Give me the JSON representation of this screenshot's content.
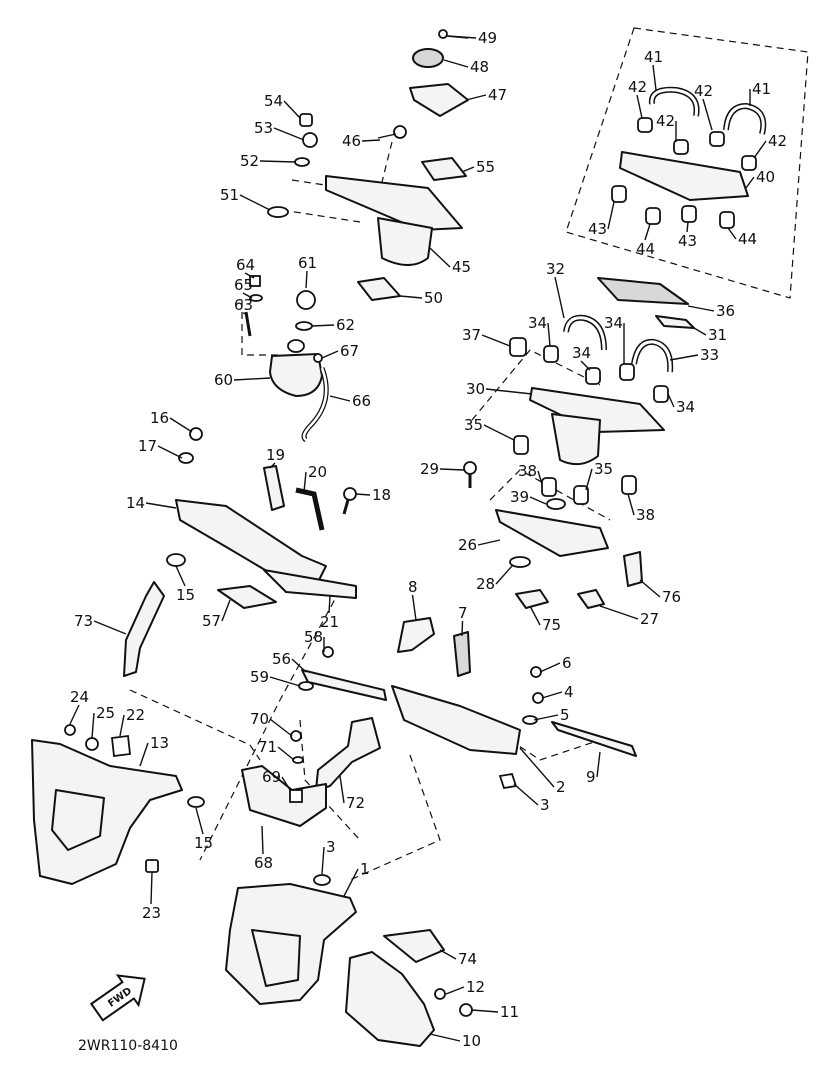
{
  "diagram_code": "2WR110-8410",
  "fwd_label": "FWD",
  "callouts": [
    "1",
    "2",
    "3",
    "4",
    "5",
    "6",
    "7",
    "8",
    "9",
    "10",
    "11",
    "12",
    "13",
    "14",
    "15",
    "16",
    "17",
    "18",
    "19",
    "20",
    "21",
    "22",
    "23",
    "24",
    "25",
    "26",
    "27",
    "28",
    "29",
    "30",
    "31",
    "32",
    "33",
    "34",
    "35",
    "36",
    "37",
    "38",
    "39",
    "40",
    "41",
    "42",
    "43",
    "44",
    "45",
    "46",
    "47",
    "48",
    "49",
    "50",
    "51",
    "52",
    "53",
    "54",
    "55",
    "56",
    "57",
    "58",
    "59",
    "60",
    "61",
    "62",
    "63",
    "64",
    "65",
    "66",
    "67",
    "68",
    "69",
    "70",
    "71",
    "72",
    "73",
    "74",
    "75",
    "76"
  ]
}
